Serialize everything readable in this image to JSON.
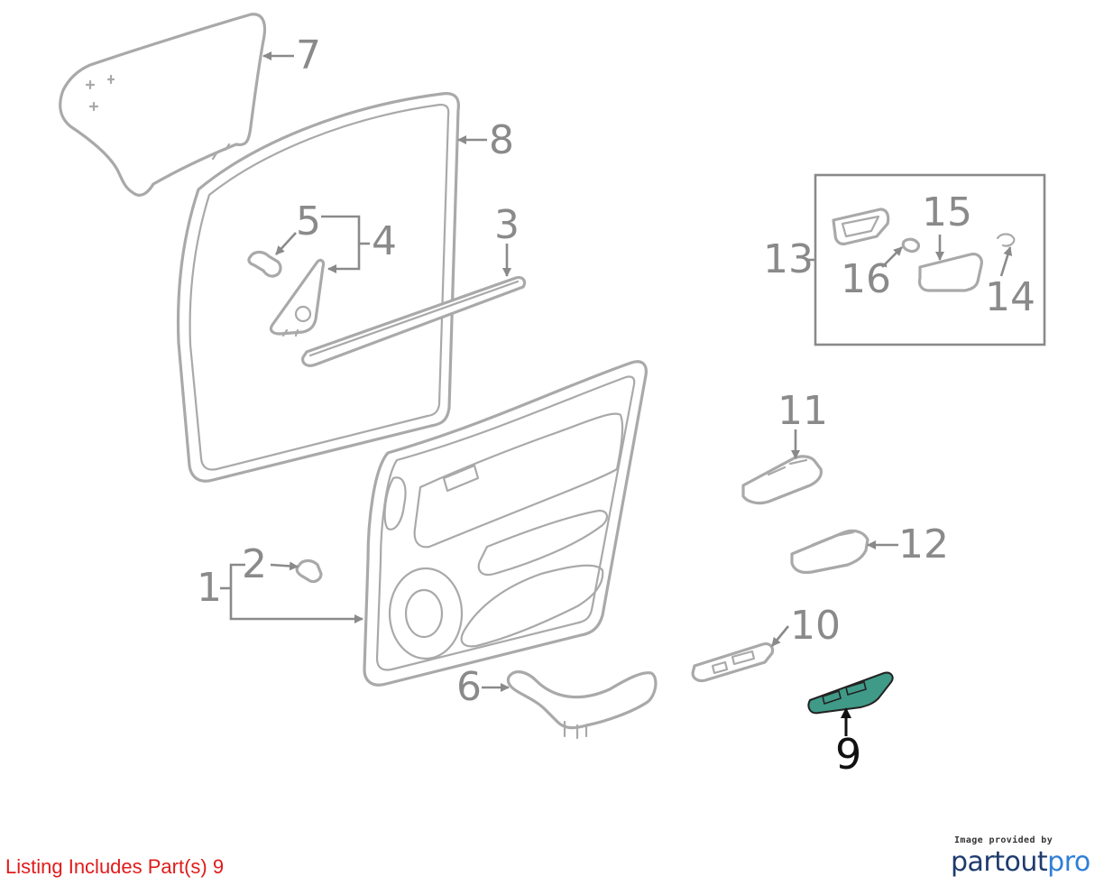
{
  "callouts": {
    "c1": "1",
    "c2": "2",
    "c3": "3",
    "c4": "4",
    "c5": "5",
    "c6": "6",
    "c7": "7",
    "c8": "8",
    "c9": "9",
    "c10": "10",
    "c11": "11",
    "c12": "12",
    "c13": "13",
    "c14": "14",
    "c15": "15",
    "c16": "16"
  },
  "highlighted_part": "9",
  "colors": {
    "highlight_fill": "#3f9a88",
    "outline": "#a9a9a9",
    "callout_text": "#8a8a8a",
    "listing_text": "#e01b1b",
    "brand_dark": "#1f3b6e",
    "brand_light": "#2f7fd6"
  },
  "listing": {
    "text": "Listing Includes Part(s) 9"
  },
  "credit": {
    "small": "Image provided by",
    "brand_part1": "partout",
    "brand_part2": "pro"
  }
}
